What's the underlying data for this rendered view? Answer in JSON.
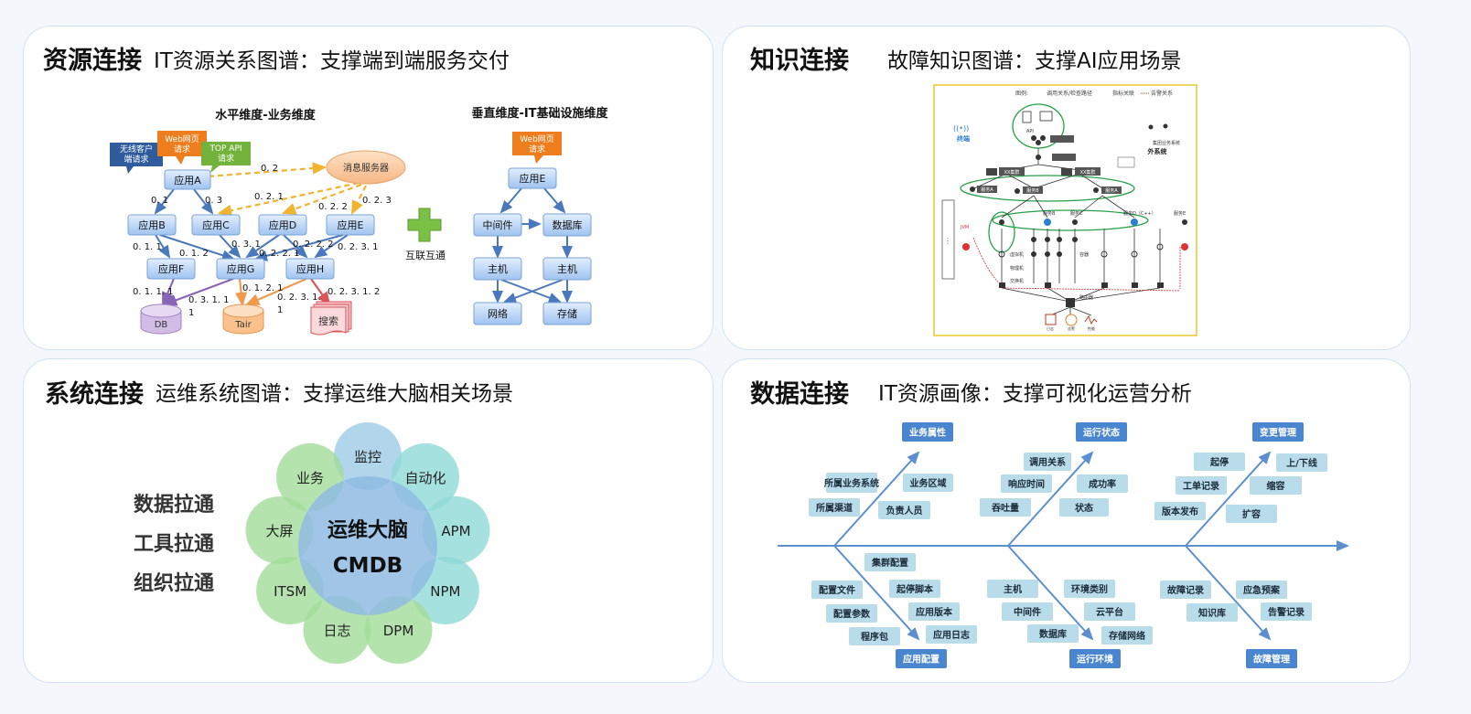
{
  "panels": {
    "resource": {
      "title": "资源连接",
      "subtitle": "IT资源关系图谱：支撑端到端服务交付",
      "horizontal_title": "水平维度-业务维度",
      "vertical_title": "垂直维度-IT基础设施维度",
      "plus_label": "互联互通",
      "callouts": {
        "wireless": "无线客户端请求",
        "web": "Web网页请求",
        "topapi": "TOP API请求",
        "web2": "Web网页请求"
      },
      "apps": {
        "a": "应用A",
        "b": "应用B",
        "c": "应用C",
        "d": "应用D",
        "e": "应用E",
        "f": "应用F",
        "g": "应用G",
        "h": "应用H"
      },
      "msg": "消息服务器",
      "stores": {
        "db": "DB",
        "tair": "Tair",
        "search": "搜索"
      },
      "edge_labels": {
        "l02": "0. 2",
        "l01": "0. 1",
        "l03": "0. 3",
        "l021": "0. 2. 1",
        "l022": "0. 2. 2",
        "l023": "0. 2. 3",
        "l011": "0. 1. 1",
        "l012": "0. 1. 2",
        "l031": "0. 3. 1",
        "l0221": "0. 2. 2. 1",
        "l0222": "0. 2. 2. 2",
        "l0231": "0. 2. 3. 1",
        "l0111": "0. 1. 1. 1",
        "l03111": "0. 3. 1. 1",
        "l0121": "0. 1. 2. 1",
        "l02311": "0. 2. 3. 1.",
        "l02312": "0. 2. 3. 1. 2"
      },
      "infra": {
        "app_e": "应用E",
        "middleware": "中间件",
        "database": "数据库",
        "host1": "主机",
        "host2": "主机",
        "network": "网络",
        "storage": "存储"
      }
    },
    "knowledge": {
      "title": "知识连接",
      "subtitle": "故障知识图谱：支撑AI应用场景",
      "legend": [
        "图例:",
        "调用关系/检查路径",
        "指标关联",
        "告警关系"
      ],
      "labels": {
        "terminal": "终端",
        "api": "API",
        "external": "外系统",
        "group_sys": "集团业务系统",
        "xx_cluster1": "XX集群",
        "xx_cluster2": "XX集群",
        "svc_a": "服务A",
        "svc_b": "服务B",
        "svc_c": "服务C",
        "svc_d": "服务D（C++）",
        "svc_e": "服务E",
        "jvm": "JVM",
        "vm": "虚拟机",
        "physical": "物理机",
        "switch": "交换机",
        "router": "路由器",
        "container": "容器",
        "log": "日志",
        "alert": "告警",
        "perf": "性能"
      }
    },
    "system": {
      "title": "系统连接",
      "subtitle": "运维系统图谱：支撑运维大脑相关场景",
      "left_items": [
        "数据拉通",
        "工具拉通",
        "组织拉通"
      ],
      "center_line1": "运维大脑",
      "center_line2": "CMDB",
      "petals": [
        "监控",
        "自动化",
        "APM",
        "NPM",
        "DPM",
        "日志",
        "ITSM",
        "大屏",
        "业务"
      ],
      "colors": {
        "blue": "#9ecbe6",
        "teal": "#8fd9d6",
        "green": "#a3dc9a",
        "center": "#8fbbe3"
      }
    },
    "data": {
      "title": "数据连接",
      "subtitle": "IT资源画像：支撑可视化运营分析",
      "heads_top": [
        "业务属性",
        "运行状态",
        "变更管理"
      ],
      "heads_bottom": [
        "应用配置",
        "运行环境",
        "故障管理"
      ],
      "tags_top1": [
        "所属业务系统",
        "业务区域",
        "所属渠道",
        "负责人员"
      ],
      "tags_top2": [
        "调用关系",
        "响应时间",
        "成功率",
        "吞吐量",
        "状态"
      ],
      "tags_top3": [
        "起停",
        "上/下线",
        "工单记录",
        "缩容",
        "版本发布",
        "扩容"
      ],
      "tags_bot1": [
        "集群配置",
        "配置文件",
        "起停脚本",
        "配置参数",
        "应用版本",
        "程序包",
        "应用日志"
      ],
      "tags_bot2": [
        "主机",
        "环境类别",
        "中间件",
        "云平台",
        "数据库",
        "存储网络"
      ],
      "tags_bot3": [
        "故障记录",
        "应急预案",
        "知识库",
        "告警记录"
      ],
      "colors": {
        "head": "#4a86cf",
        "tag": "#b9dcea",
        "axis": "#5b8fd0"
      }
    }
  }
}
